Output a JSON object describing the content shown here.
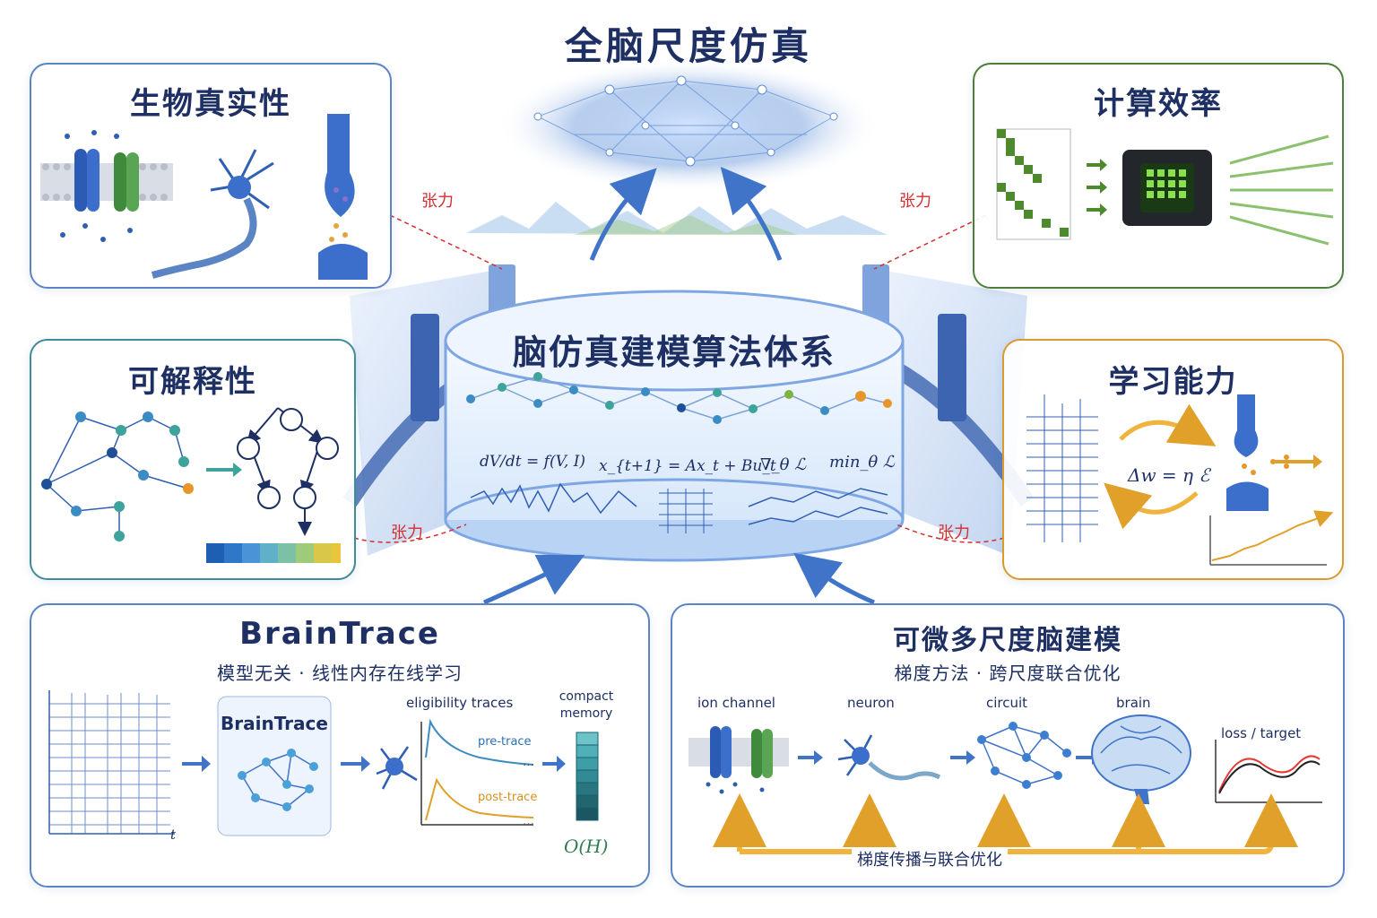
{
  "top_title": "全脑尺度仿真",
  "center_title": "脑仿真建模算法体系",
  "tension_label": "张力",
  "panels": {
    "bio_realism": {
      "title": "生物真实性"
    },
    "efficiency": {
      "title": "计算效率"
    },
    "interpretability": {
      "title": "可解释性"
    },
    "learning": {
      "title": "学习能力",
      "equation": "Δw = η ℰ"
    },
    "braintrace": {
      "title": "BrainTrace",
      "subtitle": "模型无关 · 线性内存在线学习",
      "box_label": "BrainTrace",
      "eligibility_label": "eligibility traces",
      "pre_trace": "pre-trace",
      "post_trace": "post-trace",
      "compact_memory": [
        "compact",
        "memory"
      ],
      "complexity": "O(H)",
      "time_axis": "t",
      "ellipsis": "…"
    },
    "multiscale": {
      "title": "可微多尺度脑建模",
      "subtitle": "梯度方法 · 跨尺度联合优化",
      "stages": [
        "ion channel",
        "neuron",
        "circuit",
        "brain"
      ],
      "loss_label": "loss / target",
      "gradient_label": "梯度传播与联合优化"
    }
  },
  "equations": [
    "dV/dt = f(V, I)",
    "x_{t+1} = Ax_t + Bu_t",
    "∇_θ ℒ",
    "min_θ ℒ"
  ],
  "colors": {
    "navy": "#1d2f63",
    "blue": "#2f5fb3",
    "green": "#4d7e3a",
    "teal": "#3d8c98",
    "orange": "#e0a02a",
    "tension": "#d32f2f"
  }
}
